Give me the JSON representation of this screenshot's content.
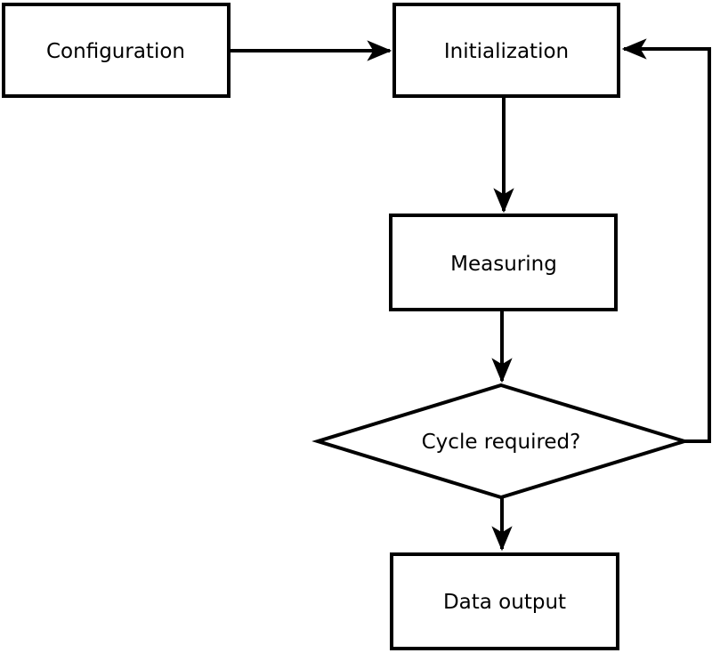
{
  "diagram": {
    "type": "flowchart",
    "background_color": "#ffffff",
    "stroke_color": "#000000",
    "text_color": "#000000",
    "nodes": [
      {
        "id": "configuration",
        "shape": "rectangle",
        "label": "Configuration"
      },
      {
        "id": "initialization",
        "shape": "rectangle",
        "label": "Initialization"
      },
      {
        "id": "measuring",
        "shape": "rectangle",
        "label": "Measuring"
      },
      {
        "id": "cycle-required",
        "shape": "diamond",
        "label": "Cycle required?"
      },
      {
        "id": "data-output",
        "shape": "rectangle",
        "label": "Data output"
      }
    ],
    "edges": [
      {
        "from": "configuration",
        "to": "initialization",
        "kind": "straight-arrow"
      },
      {
        "from": "initialization",
        "to": "measuring",
        "kind": "straight-arrow"
      },
      {
        "from": "measuring",
        "to": "cycle-required",
        "kind": "straight-arrow"
      },
      {
        "from": "cycle-required",
        "to": "data-output",
        "kind": "straight-arrow"
      },
      {
        "from": "cycle-required",
        "to": "initialization",
        "kind": "feedback-loop"
      }
    ]
  }
}
